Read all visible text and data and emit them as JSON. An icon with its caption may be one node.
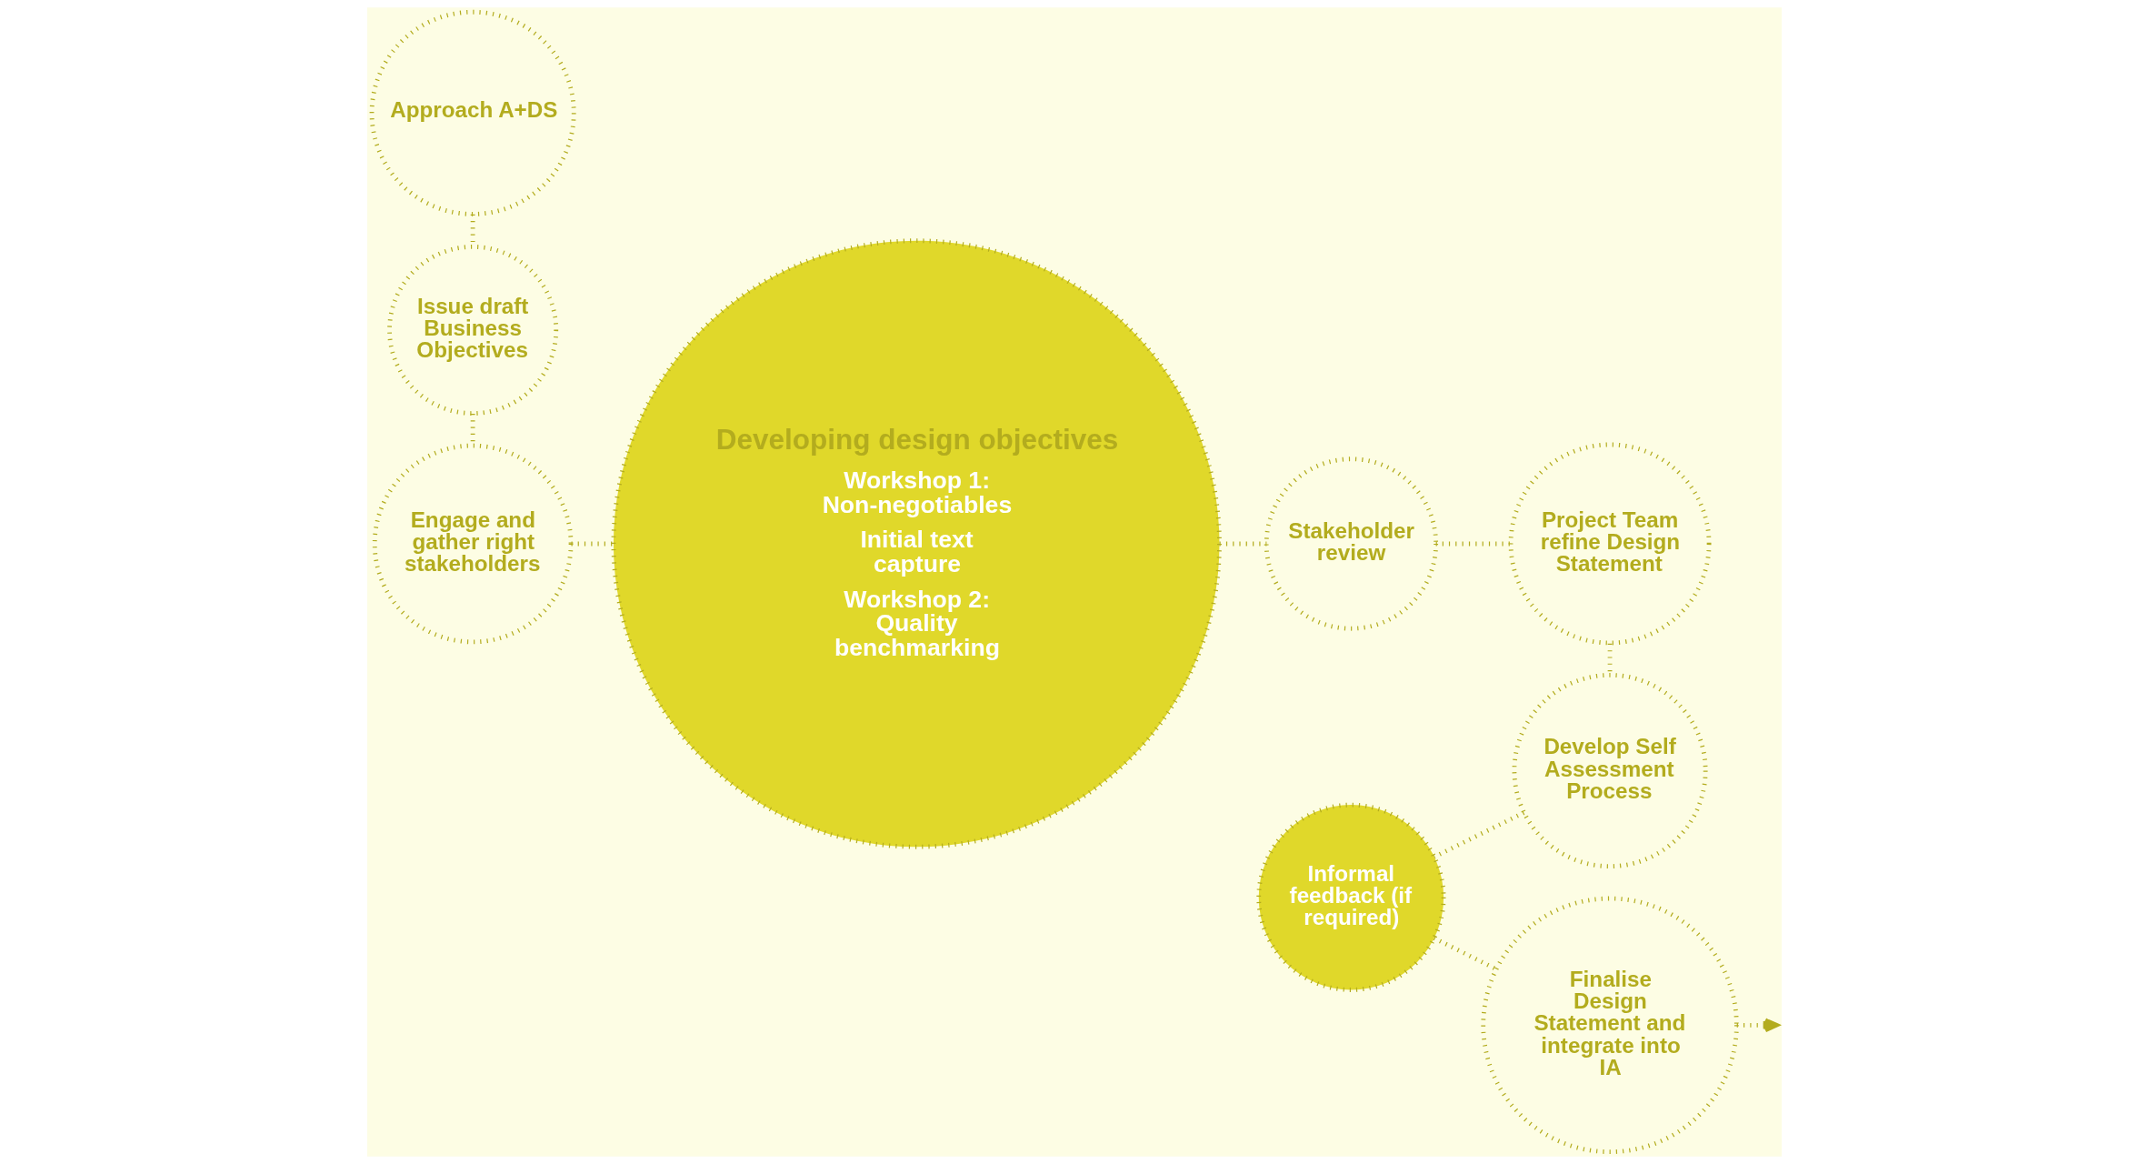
{
  "diagram": {
    "nodes": [
      {
        "text": [
          "Approach A+DS"
        ]
      },
      {
        "text": [
          "Issue draft Business Objectives"
        ]
      },
      {
        "text": [
          "Engage and gather right stakeholders"
        ]
      },
      {
        "text": [
          "Developing design objectives",
          "Workshop 1: Non-negotiables",
          "Initial text capture",
          "Workshop 2: Quality benchmarking"
        ]
      },
      {
        "text": [
          "Stakeholder review"
        ]
      },
      {
        "text": [
          "Project Team refine Design Statement"
        ]
      },
      {
        "text": [
          "Develop Self Assessment Process"
        ]
      },
      {
        "text": [
          "Informal feedback (if required)"
        ]
      },
      {
        "text": [
          "Finalise Design Statement and integrate into IA"
        ]
      }
    ],
    "edges": [
      {
        "from": 0,
        "to": 1,
        "arrow": "none"
      },
      {
        "from": 1,
        "to": 2,
        "arrow": "none"
      },
      {
        "from": 2,
        "to": 3,
        "arrow": "none"
      },
      {
        "from": 3,
        "to": 4,
        "arrow": "none"
      },
      {
        "from": 4,
        "to": 5,
        "arrow": "none"
      },
      {
        "from": 5,
        "to": 6,
        "arrow": "none"
      },
      {
        "from": 6,
        "to": 7,
        "arrow": "none"
      },
      {
        "from": 7,
        "to": 8,
        "arrow": "none"
      },
      {
        "from": 8,
        "to": null,
        "arrow": "to"
      }
    ]
  }
}
